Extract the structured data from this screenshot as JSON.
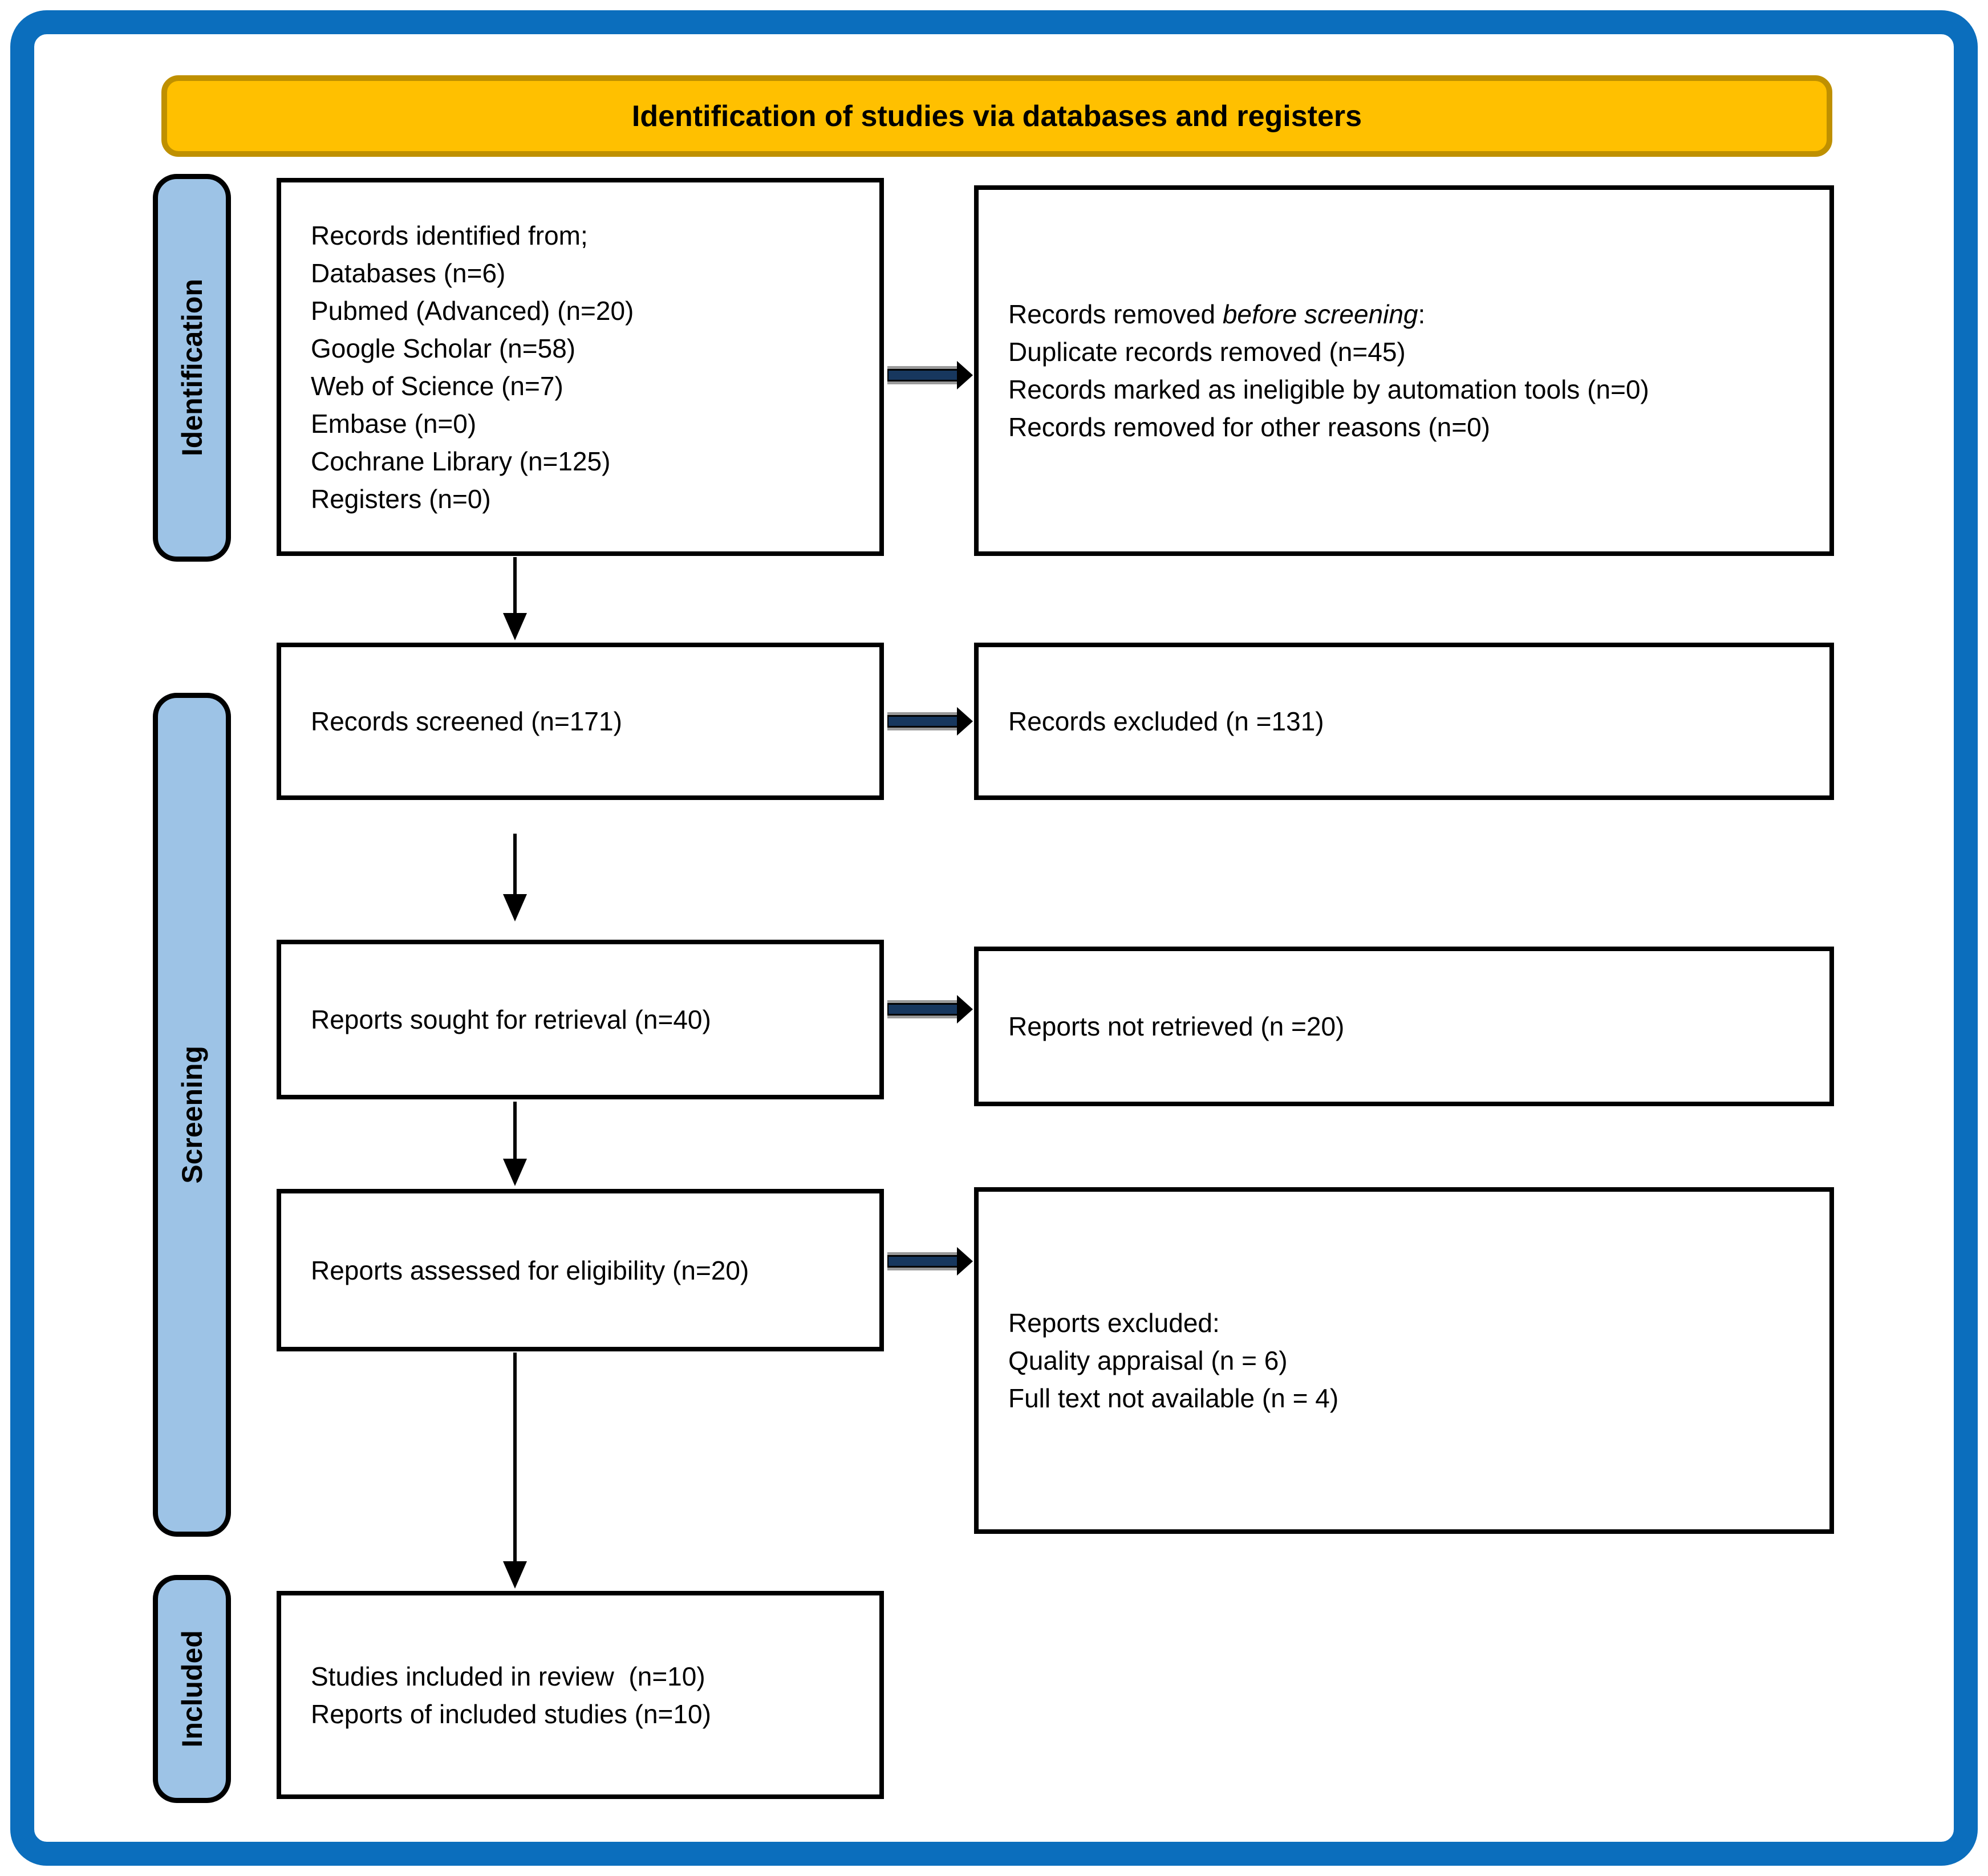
{
  "banner": {
    "title": "Identification of studies via databases and registers"
  },
  "stages": {
    "identification": "Identification",
    "screening": "Screening",
    "included": "Included"
  },
  "boxes": {
    "records_identified": {
      "lines": [
        "Records identified from;",
        "Databases (n=6)",
        "Pubmed (Advanced) (n=20)",
        "Google Scholar (n=58)",
        "Web of Science (n=7)",
        "Embase (n=0)",
        "Cochrane Library (n=125)",
        "Registers (n=0)"
      ]
    },
    "records_removed": {
      "line1_prefix": "Records removed ",
      "line1_italic": "before screening",
      "line1_suffix": ":",
      "lines": [
        "Duplicate records removed (n=45)",
        "Records marked as ineligible by automation tools (n=0)",
        "Records removed for other reasons (n=0)"
      ]
    },
    "records_screened": {
      "text": "Records screened (n=171)"
    },
    "records_excluded": {
      "text": "Records excluded (n =131)"
    },
    "reports_sought": {
      "text": "Reports sought for retrieval (n=40)"
    },
    "reports_not_retrieved": {
      "text": "Reports not retrieved (n =20)"
    },
    "reports_assessed": {
      "text": "Reports assessed for eligibility (n=20)"
    },
    "reports_excluded": {
      "lines": [
        "Reports excluded:",
        "Quality appraisal (n = 6)",
        "Full text not available (n = 4)"
      ]
    },
    "studies_included": {
      "lines": [
        "Studies included in review  (n=10)",
        "Reports of included studies (n=10)"
      ]
    }
  },
  "colors": {
    "frame_blue": "#0B6EBD",
    "banner_yellow": "#FFC000",
    "banner_border": "#BF9000",
    "stage_blue": "#9DC3E6",
    "arrow_navy": "#17375E"
  }
}
